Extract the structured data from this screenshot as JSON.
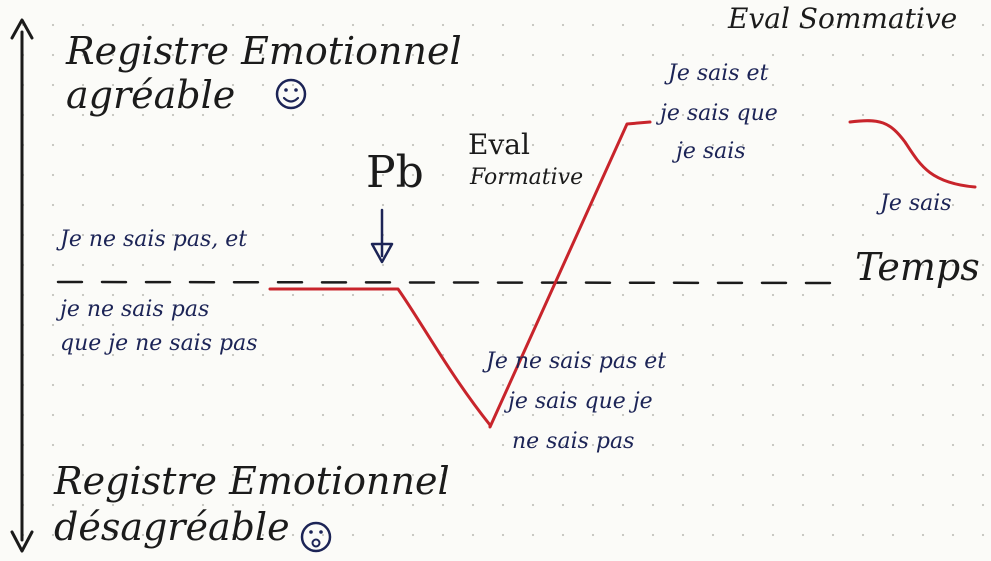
{
  "axis": {
    "top_label_line1": "Registre Emotionnel",
    "top_label_line2": "agréable",
    "bottom_label_line1": "Registre Emotionnel",
    "bottom_label_line2": "désagréable",
    "time_label": "Temps",
    "happy_face_icon": "smiley-happy",
    "sad_face_icon": "smiley-sad"
  },
  "annotations": {
    "start_line1": "Je ne sais pas, et",
    "start_line2": "je ne sais pas",
    "start_line3": "que je ne sais pas",
    "pb_label": "Pb",
    "formative_line1": "Eval",
    "formative_line2": "Formative",
    "low_line1": "Je ne sais pas et",
    "low_line2": "je sais que je",
    "low_line3": "ne sais pas",
    "high_line1": "Je sais et",
    "high_line2": "je sais que",
    "high_line3": "je sais",
    "summative_label": "Eval Sommative",
    "end_label": "Je sais"
  },
  "colors": {
    "curve": "#c8242b",
    "ink": "#1b1b1b",
    "blue_ink": "#1c2456"
  }
}
